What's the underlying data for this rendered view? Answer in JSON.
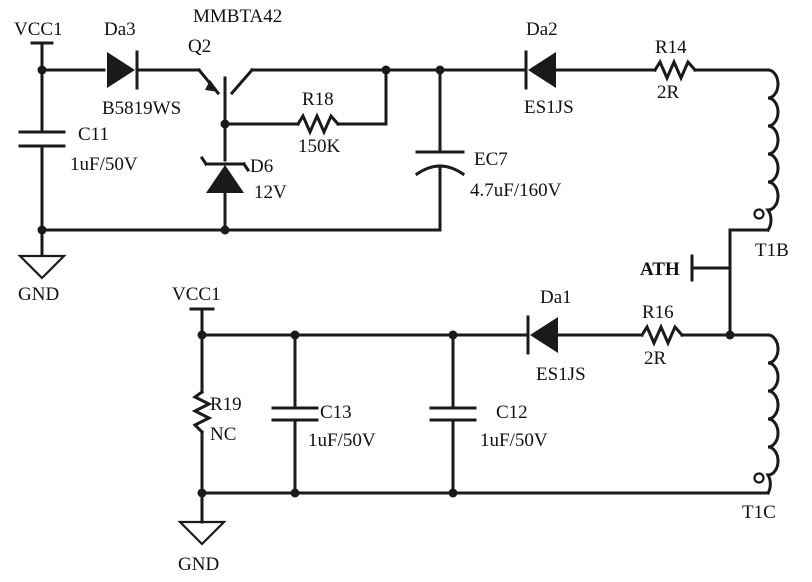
{
  "labels": {
    "vcc_top": "VCC1",
    "gnd_top": "GND",
    "da3": "Da3",
    "da3_part": "B5819WS",
    "q2_part": "MMBTA42",
    "q2": "Q2",
    "c11": "C11",
    "c11_val": "1uF/50V",
    "r18": "R18",
    "r18_val": "150K",
    "d6": "D6",
    "d6_val": "12V",
    "ec7": "EC7",
    "ec7_val": "4.7uF/160V",
    "da2": "Da2",
    "da2_part": "ES1JS",
    "r14": "R14",
    "r14_val": "2R",
    "t1b": "T1B",
    "ath": "ATH",
    "vcc_bot": "VCC1",
    "gnd_bot": "GND",
    "r19": "R19",
    "r19_val": "NC",
    "c13": "C13",
    "c13_val": "1uF/50V",
    "c12": "C12",
    "c12_val": "1uF/50V",
    "da1": "Da1",
    "da1_part": "ES1JS",
    "r16": "R16",
    "r16_val": "2R",
    "t1c": "T1C"
  }
}
